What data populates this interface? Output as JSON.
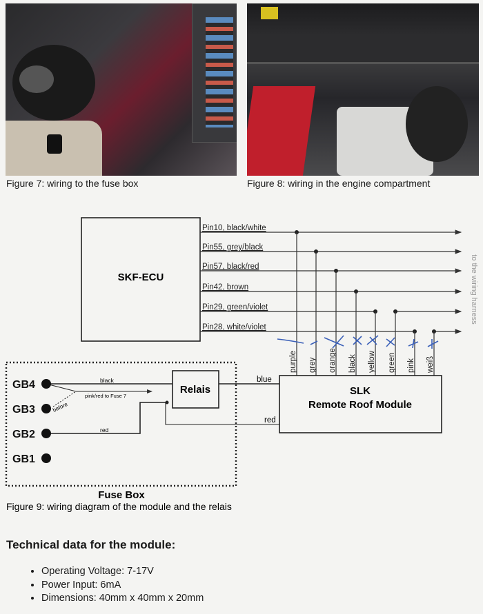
{
  "figures": {
    "fig7_caption": "Figure 7: wiring to the fuse box",
    "fig8_caption": "Figure 8: wiring in the engine compartment",
    "fig9_caption": "Figure 9: wiring diagram of the module and the relais"
  },
  "diagram": {
    "ecu_label": "SKF-ECU",
    "pins": [
      "Pin10, black/white",
      "Pin55, grey/black",
      "Pin57, black/red",
      "Pin42, brown",
      "Pin29, green/violet",
      "Pin28, white/violet"
    ],
    "harness_label": "to the wiring harness",
    "module_wires": [
      "purple",
      "grey",
      "orange",
      "black",
      "yellow",
      "green",
      "pink",
      "weiß"
    ],
    "module_title": "SLK",
    "module_subtitle": "Remote Roof Module",
    "relais_label": "Relais",
    "fuse_box_label": "Fuse Box",
    "terminals": [
      "GB4",
      "GB3",
      "GB2",
      "GB1"
    ],
    "wire_labels": {
      "black": "black",
      "pinkred": "pink/red to Fuse 7",
      "before": "before",
      "red_left": "red",
      "blue": "blue",
      "red_right": "red"
    }
  },
  "technical": {
    "title": "Technical data for the module:",
    "items": [
      "Operating Voltage: 7-17V",
      "Power Input: 6mA",
      "Dimensions: 40mm x 40mm x 20mm"
    ]
  }
}
